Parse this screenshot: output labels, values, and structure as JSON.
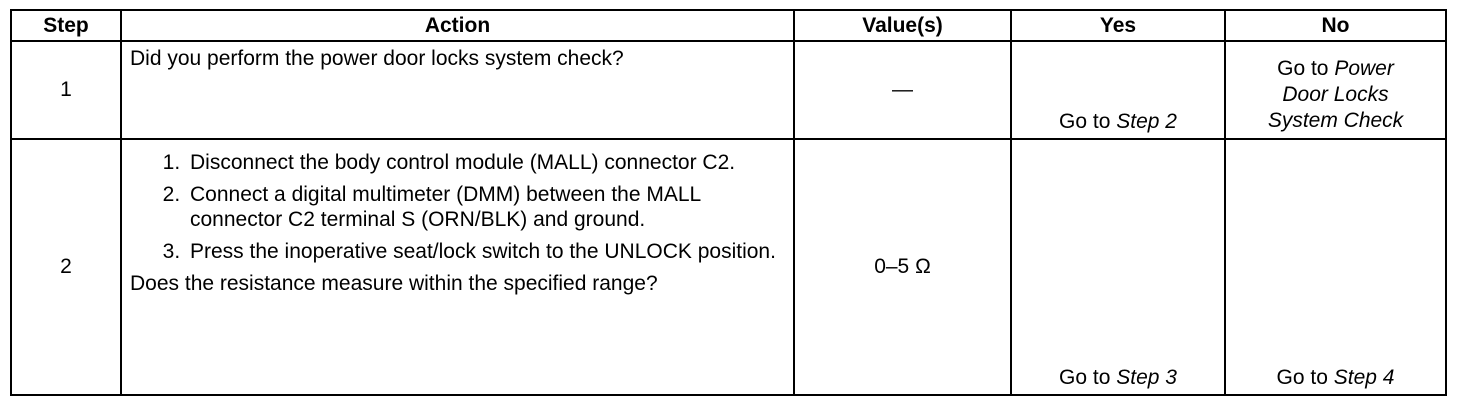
{
  "headers": {
    "step": "Step",
    "action": "Action",
    "values": "Value(s)",
    "yes": "Yes",
    "no": "No"
  },
  "rows": [
    {
      "step": "1",
      "question": "Did you perform the power door locks system check?",
      "value": "—",
      "yes_prefix": "Go to ",
      "yes_link": "Step 2",
      "no_prefix": "Go to ",
      "no_link_line1": "Power",
      "no_link_line2": "Door Locks",
      "no_link_line3": "System Check"
    },
    {
      "step": "2",
      "items": [
        "Disconnect the body control module (MALL) connector C2.",
        "Connect a digital multimeter (DMM) between the MALL connector C2 terminal S (ORN/BLK) and ground.",
        "Press the inoperative seat/lock switch to the UNLOCK position."
      ],
      "question": "Does the resistance measure within the specified range?",
      "value": "0–5 Ω",
      "yes_prefix": "Go to ",
      "yes_link": "Step 3",
      "no_prefix": "Go to ",
      "no_link": "Step 4"
    }
  ]
}
